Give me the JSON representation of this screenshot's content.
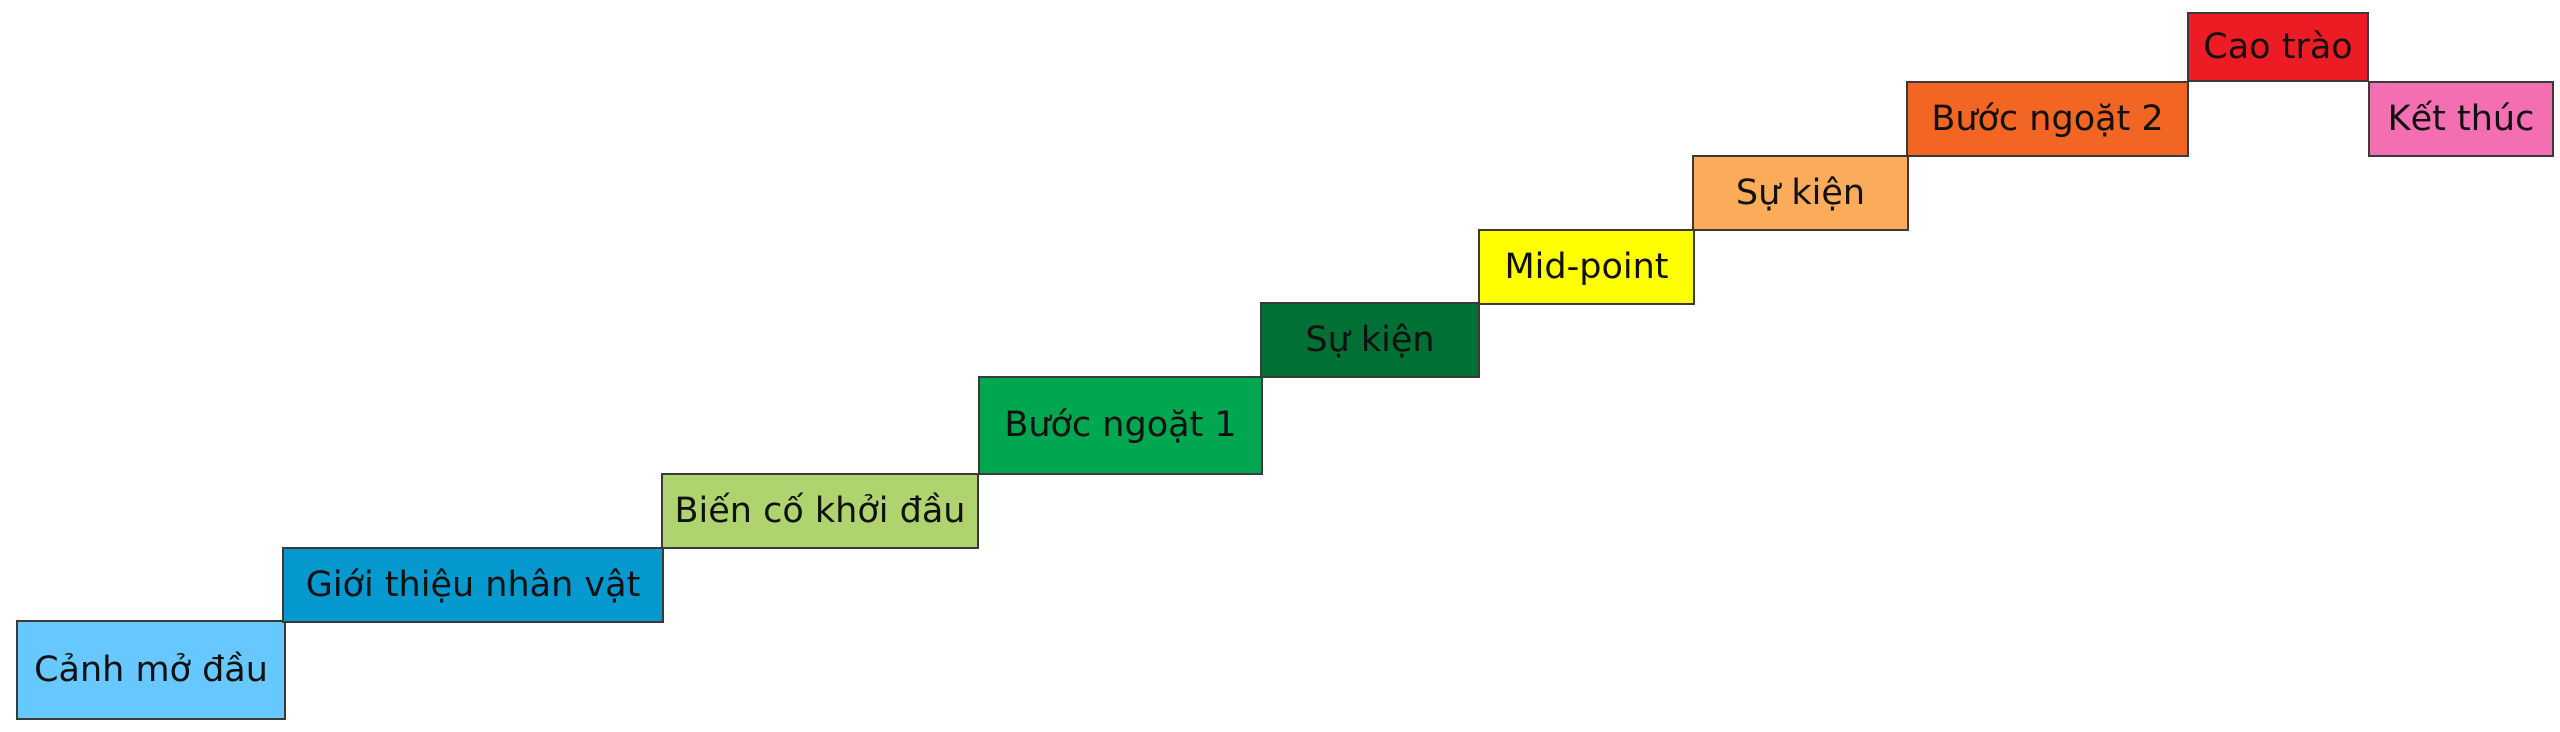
{
  "steps": [
    {
      "label": "Cảnh mở đầu",
      "color": "#66c8ff",
      "text_color": "#111111"
    },
    {
      "label": "Giới thiệu nhân vật",
      "color": "#0599d0",
      "text_color": "#111111"
    },
    {
      "label": "Biến cố khởi đầu",
      "color": "#aed36f",
      "text_color": "#111111"
    },
    {
      "label": "Bước ngoặt 1",
      "color": "#00a650",
      "text_color": "#111111"
    },
    {
      "label": "Sự kiện",
      "color": "#007034",
      "text_color": "#111111"
    },
    {
      "label": "Mid-point",
      "color": "#ffff00",
      "text_color": "#111111"
    },
    {
      "label": "Sự kiện",
      "color": "#fbac5b",
      "text_color": "#111111"
    },
    {
      "label": "Bước ngoặt 2",
      "color": "#f26522",
      "text_color": "#111111"
    },
    {
      "label": "Cao trào",
      "color": "#ed1c24",
      "text_color": "#111111"
    },
    {
      "label": "Kết thúc",
      "color": "#f46fb1",
      "text_color": "#111111"
    }
  ]
}
